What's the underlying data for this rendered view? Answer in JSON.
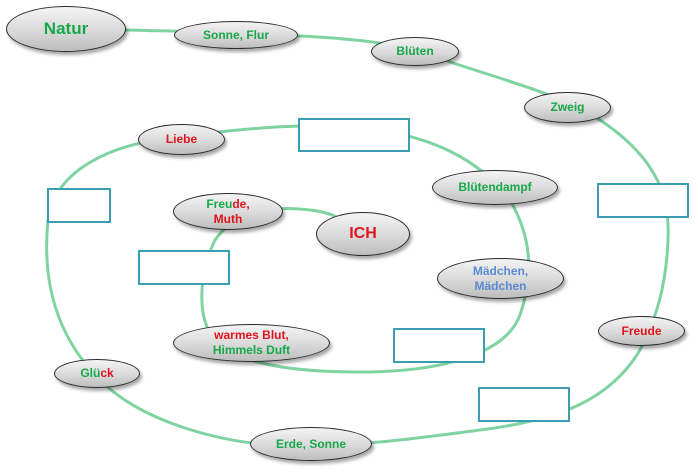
{
  "colors": {
    "line": "#7fd3a0",
    "text_green": "#17a84a",
    "text_red": "#e0141e",
    "text_blue": "#5b8bd0",
    "box_border": "#3a9db0"
  },
  "nodes": {
    "natur": {
      "label": "Natur",
      "color": "green"
    },
    "sonne_flur": {
      "label": "Sonne, Flur",
      "color": "green"
    },
    "blueten": {
      "label": "Blüten",
      "color": "green"
    },
    "zweig": {
      "label": "Zweig",
      "color": "green"
    },
    "liebe": {
      "label": "Liebe",
      "color": "red"
    },
    "bluetendampf": {
      "label": "Blütendampf",
      "color": "green"
    },
    "freude_muth": {
      "line1_a": "Freu",
      "line1_b": "de,",
      "line2": "Muth"
    },
    "ich": {
      "label": "ICH",
      "color": "red"
    },
    "maedchen": {
      "line1": "Mädchen,",
      "line2": "Mädchen",
      "color": "blue"
    },
    "freude": {
      "label": "Freude",
      "color": "red"
    },
    "warmes_blut": {
      "line1": "warmes Blut,",
      "line2": "Himmels Duft",
      "line1_color": "red",
      "line2_color": "green"
    },
    "glueck": {
      "part_a": "Glü",
      "part_b": "ck"
    },
    "erde_sonne": {
      "label": "Erde, Sonne",
      "color": "green"
    }
  },
  "empty_boxes": [
    "box-1",
    "box-2",
    "box-3",
    "box-4",
    "box-5",
    "box-6"
  ]
}
